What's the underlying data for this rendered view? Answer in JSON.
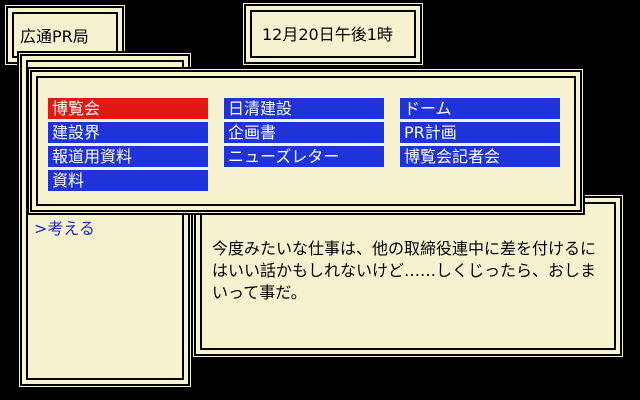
{
  "location": {
    "label": "広通PR局"
  },
  "date": {
    "label": "12月20日午後1時"
  },
  "command": {
    "label": ">考える"
  },
  "message": {
    "text": "今度みたいな仕事は、他の取締役連中に差を付けるにはいい話かもしれないけど……しくじったら、おしまいって事だ。"
  },
  "menu": {
    "items": [
      {
        "label": "博覧会",
        "selected": true
      },
      {
        "label": "建設界"
      },
      {
        "label": "報道用資料"
      },
      {
        "label": "資料"
      },
      {
        "label": "日清建設"
      },
      {
        "label": "企画書"
      },
      {
        "label": "ニューズレター"
      },
      {
        "label": "ドーム"
      },
      {
        "label": "PR計画"
      },
      {
        "label": "博覧会記者会"
      }
    ]
  }
}
